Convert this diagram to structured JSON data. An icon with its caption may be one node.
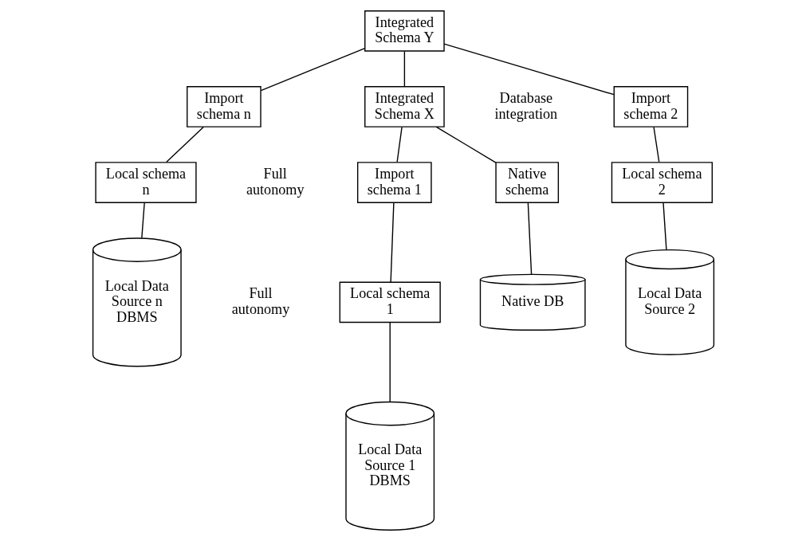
{
  "diagram": {
    "nodes": [
      {
        "text": [
          "Integrated Schema Y"
        ]
      },
      {
        "text": [
          "Integrated Schema X"
        ]
      },
      {
        "text": [
          "Native schema"
        ]
      },
      {
        "text": [
          "Import schema 1"
        ]
      },
      {
        "text": [
          "Import schema 2"
        ]
      },
      {
        "text": [
          "Import schema n"
        ]
      },
      {
        "text": [
          "Native DB"
        ]
      },
      {
        "text": [
          "Local schema 1"
        ]
      },
      {
        "text": [
          "Local schema 2"
        ]
      },
      {
        "text": [
          "Local schema n"
        ]
      },
      {
        "text": [
          "Local Data Source 1 DBMS"
        ]
      },
      {
        "text": [
          "Local Data Source 2"
        ]
      },
      {
        "text": [
          "Local Data Source n DBMS"
        ]
      }
    ],
    "edges": [
      {
        "from": 0,
        "to": 1,
        "arrow": "none"
      },
      {
        "from": 0,
        "to": 4,
        "arrow": "none"
      },
      {
        "from": 0,
        "to": 5,
        "arrow": "none"
      },
      {
        "from": 1,
        "to": 2,
        "arrow": "none"
      },
      {
        "from": 1,
        "to": 3,
        "arrow": "none"
      },
      {
        "from": 2,
        "to": 6,
        "arrow": "none"
      },
      {
        "from": 3,
        "to": 7,
        "arrow": "none"
      },
      {
        "from": 4,
        "to": 8,
        "arrow": "none"
      },
      {
        "from": 5,
        "to": 9,
        "arrow": "none"
      },
      {
        "from": 7,
        "to": 10,
        "arrow": "none"
      },
      {
        "from": 8,
        "to": 11,
        "arrow": "none"
      },
      {
        "from": 9,
        "to": 12,
        "arrow": "none"
      }
    ],
    "labels": [
      "Database integration",
      "Full autonomy",
      "Full autonomy"
    ]
  }
}
